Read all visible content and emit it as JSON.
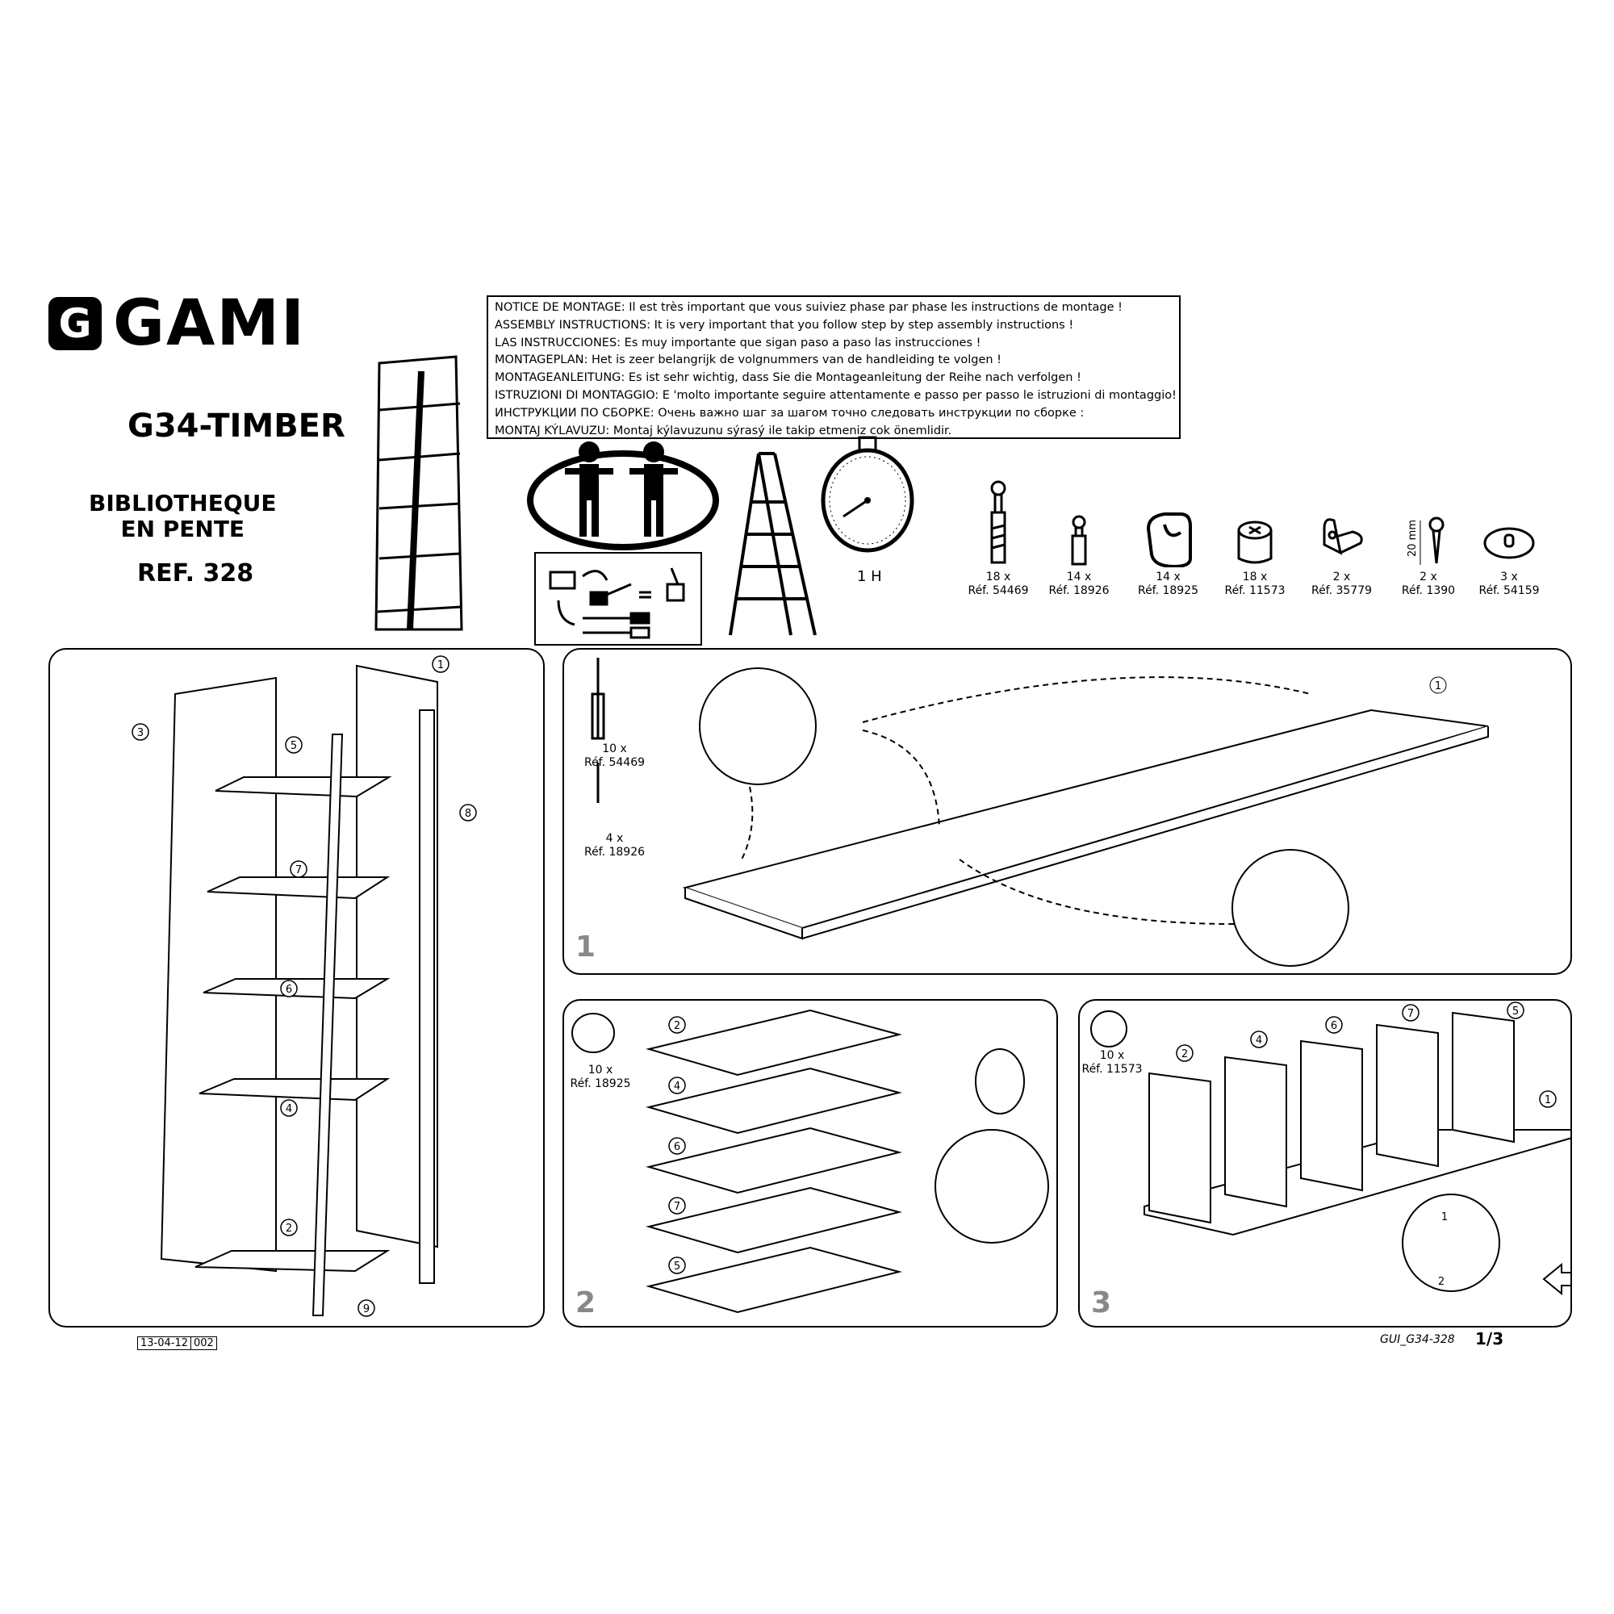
{
  "brand": {
    "logo_letter": "G",
    "name": "GAMI"
  },
  "product": {
    "model": "G34-TIMBER",
    "name_line1": "BIBLIOTHEQUE",
    "name_line2": "EN PENTE",
    "ref": "REF. 328"
  },
  "notice": [
    "NOTICE DE MONTAGE: Il est très important que vous suiviez phase par phase les instructions de montage !",
    "ASSEMBLY INSTRUCTIONS: It is very important that you follow step by step assembly instructions !",
    "LAS INSTRUCCIONES: Es muy importante que sigan paso a paso las instrucciones !",
    "MONTAGEPLAN: Het is zeer belangrijk de volgnummers van de handleiding te volgen !",
    "MONTAGEANLEITUNG: Es ist sehr wichtig, dass Sie die Montageanleitung der Reihe nach verfolgen !",
    "ISTRUZIONI DI MONTAGGIO: E 'molto importante seguire attentamente e passo per passo le istruzioni di montaggio!",
    "ИНСТРУКЦИИ ПО СБОРКЕ: Очень важно шаг за шагом точно следовать инструкции по сборке :",
    "MONTAJ KÝLAVUZU: Montaj kýlavuzunu sýrasý ile takip etmeniz cok önemlidir."
  ],
  "time": "1 H",
  "hardware": [
    {
      "qty": "18 x",
      "ref": "Réf. 54469",
      "icon": "cam-bolt-long"
    },
    {
      "qty": "14 x",
      "ref": "Réf. 18926",
      "icon": "cam-bolt-short"
    },
    {
      "qty": "14 x",
      "ref": "Réf. 18925",
      "icon": "cam-lock-large"
    },
    {
      "qty": "18 x",
      "ref": "Réf. 11573",
      "icon": "cam-lock-small"
    },
    {
      "qty": "2 x",
      "ref": "Réf. 35779",
      "icon": "angle-bracket"
    },
    {
      "qty": "2 x",
      "ref": "Réf. 1390",
      "icon": "wood-screw",
      "dimension": "20 mm"
    },
    {
      "qty": "3 x",
      "ref": "Réf. 54159",
      "icon": "plate"
    }
  ],
  "overview": {
    "parts": [
      "1",
      "3",
      "5",
      "7",
      "6",
      "4",
      "2",
      "8",
      "9"
    ]
  },
  "step1": {
    "number": "1",
    "hw": [
      {
        "qty": "10 x",
        "ref": "Réf. 54469"
      },
      {
        "qty": "4 x",
        "ref": "Réf. 18926"
      }
    ],
    "part": "1"
  },
  "step2": {
    "number": "2",
    "hw": {
      "qty": "10 x",
      "ref": "Réf. 18925"
    },
    "parts": [
      "2",
      "4",
      "6",
      "7",
      "5"
    ]
  },
  "step3": {
    "number": "3",
    "hw": {
      "qty": "10 x",
      "ref": "Réf. 11573"
    },
    "parts": [
      "2",
      "4",
      "6",
      "7",
      "5",
      "1"
    ],
    "action_labels": [
      "1",
      "2"
    ]
  },
  "footer": {
    "date": "13-04-12",
    "version": "002",
    "doc_code": "GUI_G34-328",
    "page": "1/3"
  }
}
